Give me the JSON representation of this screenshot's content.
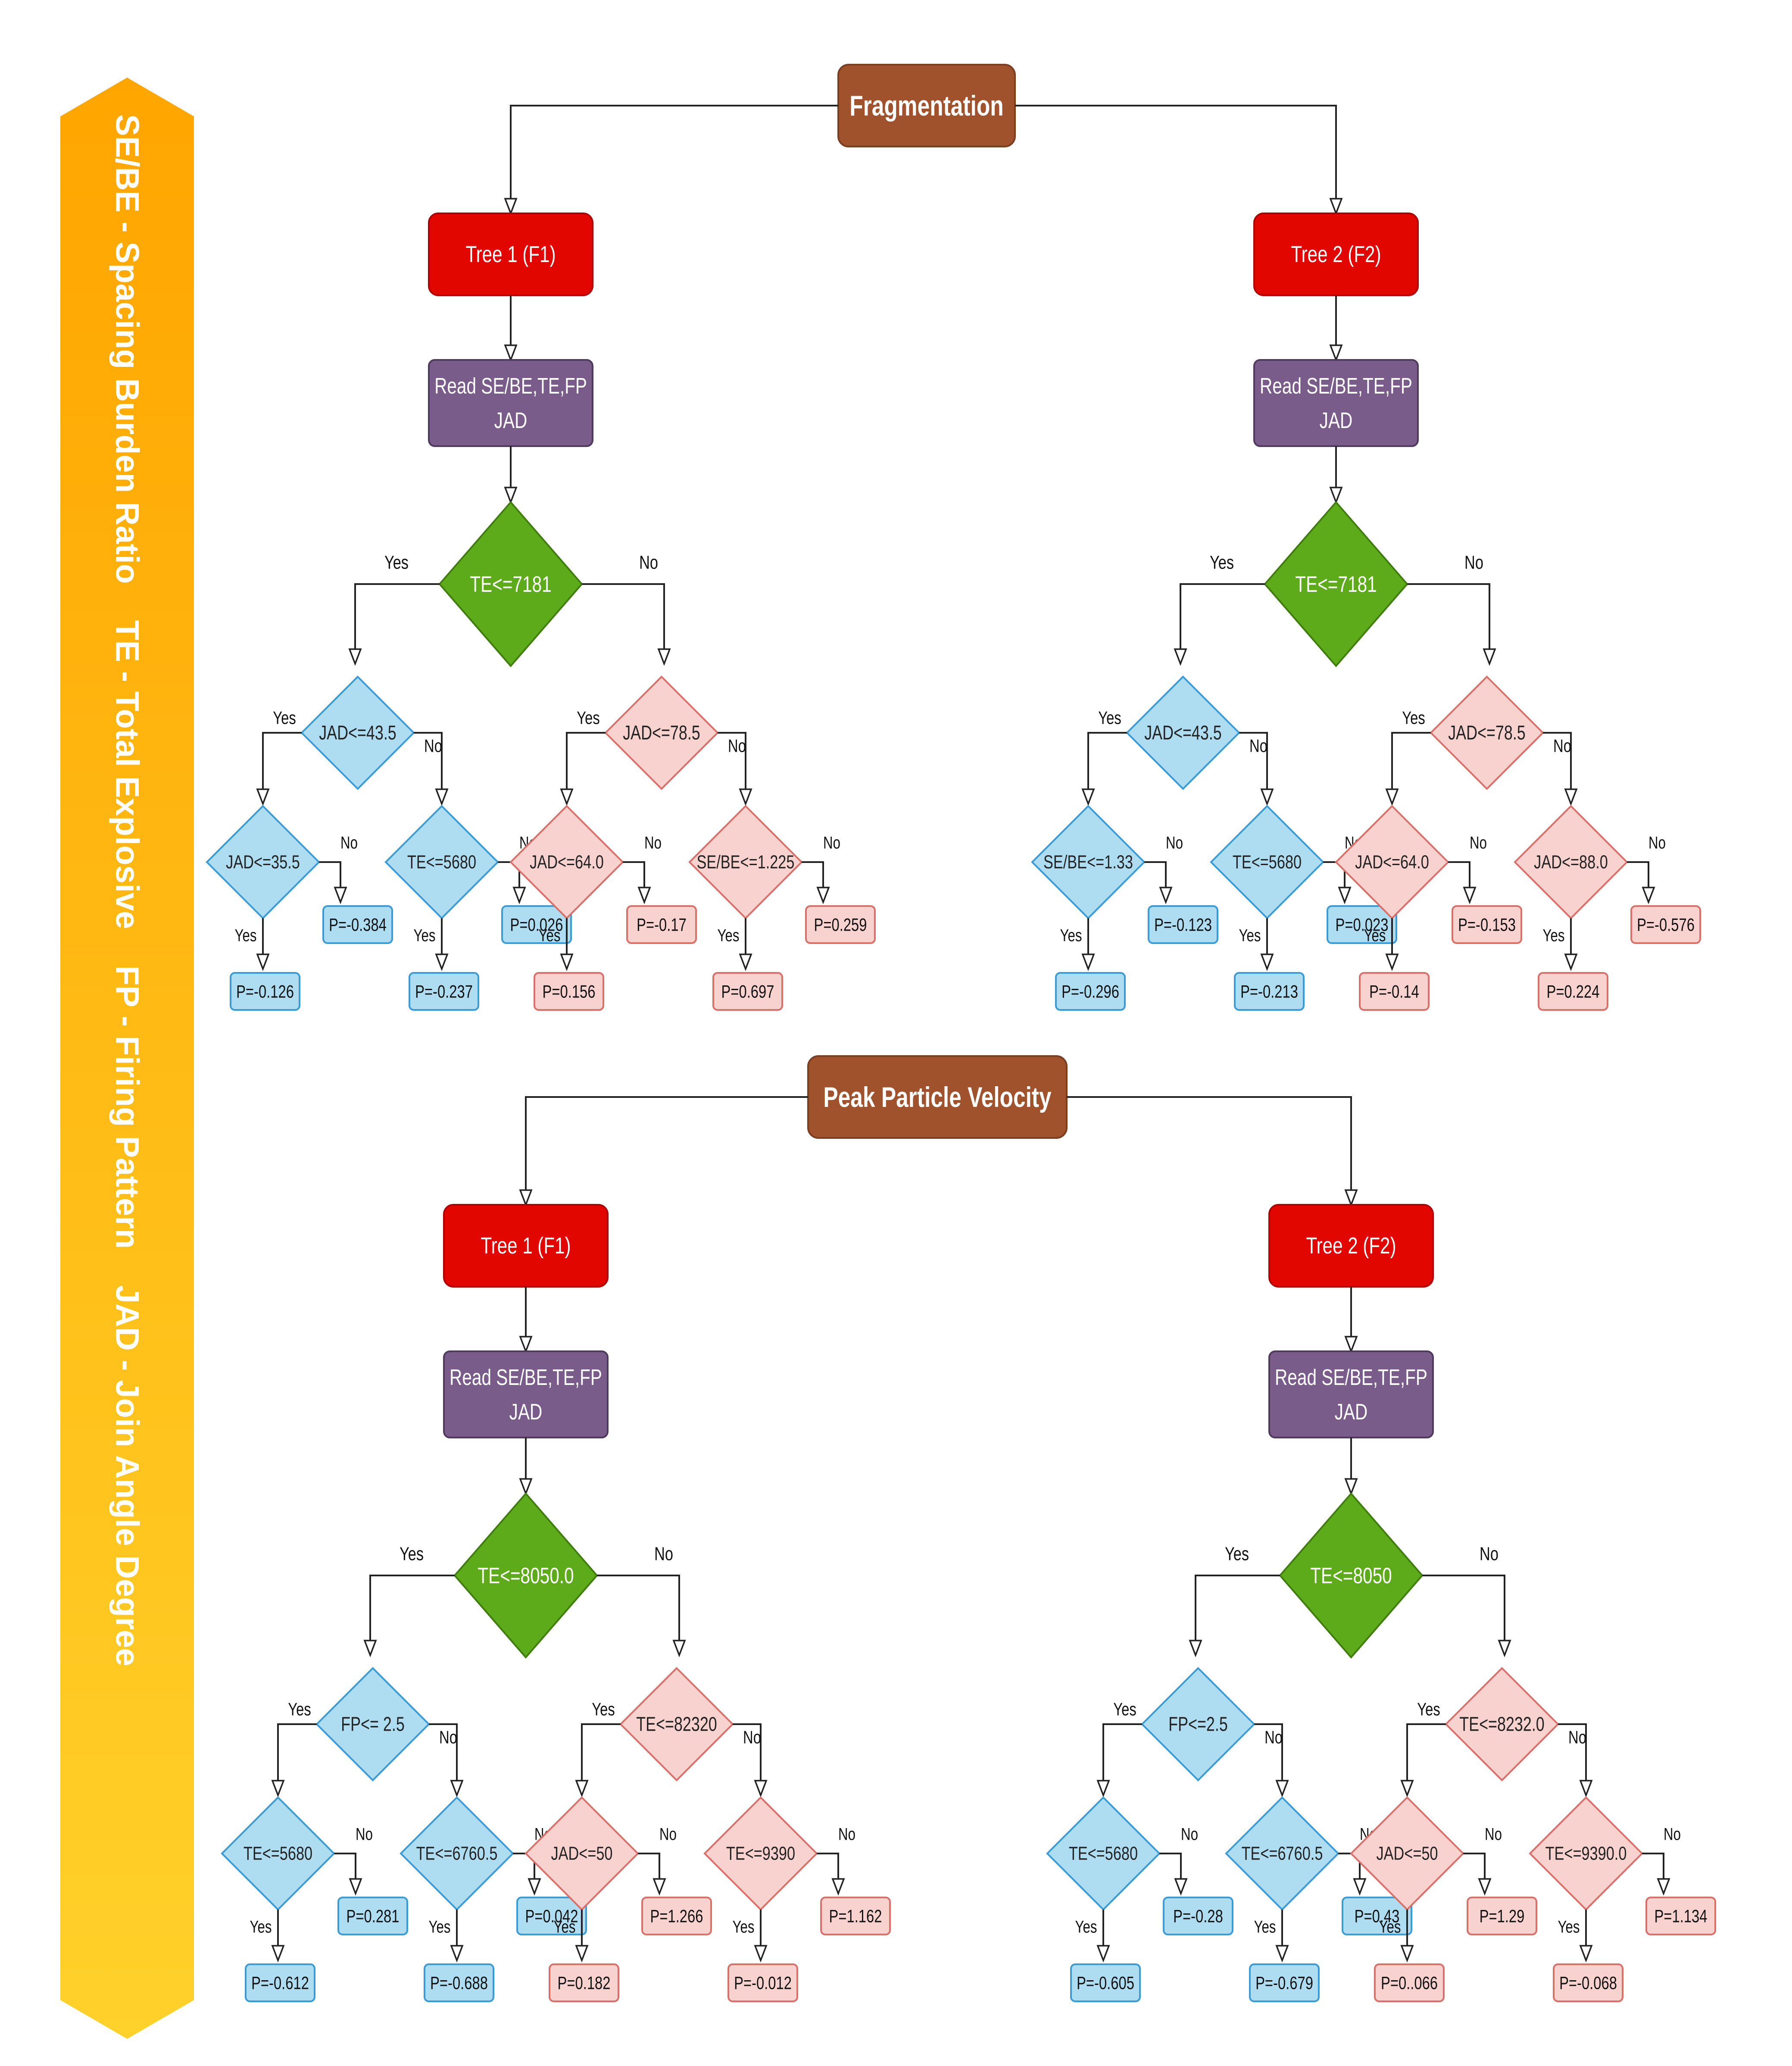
{
  "sidebar": {
    "legend_text": "SE/BE - Spacing Burden Ratio    TE - Total Explosive    FP - Firing Pattern    JAD - Join Angle Degree",
    "gradient_top": "#FFA500",
    "gradient_bottom": "#FFD12A"
  },
  "colors": {
    "root": "#A0522D",
    "tree": "#E10600",
    "read": "#7A5C8A",
    "green": "#5DAA1A",
    "blue_fill": "#AEDDF2",
    "blue_stroke": "#3A9BD5",
    "pink_fill": "#F8D2CE",
    "pink_stroke": "#D9706A"
  },
  "labels": {
    "yes": "Yes",
    "no": "No"
  },
  "sections": [
    {
      "title": "Fragmentation",
      "trees": [
        {
          "title": "Tree 1 (F1)",
          "read": [
            "Read SE/BE,TE,FP",
            "JAD"
          ],
          "root_split": "TE<=7181",
          "branches": [
            {
              "split": "JAD<=43.5",
              "color": "blue",
              "children": [
                {
                  "split": "JAD<=35.5",
                  "yes_leaf": "P=-0.126",
                  "no_leaf": "P=-0.384"
                },
                {
                  "split": "TE<=5680",
                  "yes_leaf": "P=-0.237",
                  "no_leaf": "P=0.026"
                }
              ]
            },
            {
              "split": "JAD<=78.5",
              "color": "pink",
              "children": [
                {
                  "split": "JAD<=64.0",
                  "yes_leaf": "P=0.156",
                  "no_leaf": "P=-0.17"
                },
                {
                  "split": "SE/BE<=1.225",
                  "yes_leaf": "P=0.697",
                  "no_leaf": "P=0.259"
                }
              ]
            }
          ]
        },
        {
          "title": "Tree 2 (F2)",
          "read": [
            "Read SE/BE,TE,FP",
            "JAD"
          ],
          "root_split": "TE<=7181",
          "branches": [
            {
              "split": "JAD<=43.5",
              "color": "blue",
              "children": [
                {
                  "split": "SE/BE<=1.33",
                  "yes_leaf": "P=-0.296",
                  "no_leaf": "P=-0.123"
                },
                {
                  "split": "TE<=5680",
                  "yes_leaf": "P=-0.213",
                  "no_leaf": "P=0.023"
                }
              ]
            },
            {
              "split": "JAD<=78.5",
              "color": "pink",
              "children": [
                {
                  "split": "JAD<=64.0",
                  "yes_leaf": "P=-0.14",
                  "no_leaf": "P=-0.153"
                },
                {
                  "split": "JAD<=88.0",
                  "yes_leaf": "P=0.224",
                  "no_leaf": "P=-0.576"
                }
              ]
            }
          ]
        }
      ]
    },
    {
      "title": "Peak Particle Velocity",
      "trees": [
        {
          "title": "Tree 1 (F1)",
          "read": [
            "Read SE/BE,TE,FP",
            "JAD"
          ],
          "root_split": "TE<=8050.0",
          "branches": [
            {
              "split": "FP<= 2.5",
              "color": "blue",
              "children": [
                {
                  "split": "TE<=5680",
                  "yes_leaf": "P=-0.612",
                  "no_leaf": "P=0.281"
                },
                {
                  "split": "TE<=6760.5",
                  "yes_leaf": "P=-0.688",
                  "no_leaf": "P=0.042"
                }
              ]
            },
            {
              "split": "TE<=82320",
              "color": "pink",
              "children": [
                {
                  "split": "JAD<=50",
                  "yes_leaf": "P=0.182",
                  "no_leaf": "P=1.266"
                },
                {
                  "split": "TE<=9390",
                  "yes_leaf": "P=-0.012",
                  "no_leaf": "P=1.162"
                }
              ]
            }
          ]
        },
        {
          "title": "Tree 2 (F2)",
          "read": [
            "Read SE/BE,TE,FP",
            "JAD"
          ],
          "root_split": "TE<=8050",
          "branches": [
            {
              "split": "FP<=2.5",
              "color": "blue",
              "children": [
                {
                  "split": "TE<=5680",
                  "yes_leaf": "P=-0.605",
                  "no_leaf": "P=-0.28"
                },
                {
                  "split": "TE<=6760.5",
                  "yes_leaf": "P=-0.679",
                  "no_leaf": "P=0.43"
                }
              ]
            },
            {
              "split": "TE<=8232.0",
              "color": "pink",
              "children": [
                {
                  "split": "JAD<=50",
                  "yes_leaf": "P=0..066",
                  "no_leaf": "P=1.29"
                },
                {
                  "split": "TE<=9390.0",
                  "yes_leaf": "P=-0.068",
                  "no_leaf": "P=1.134"
                }
              ]
            }
          ]
        }
      ]
    }
  ]
}
